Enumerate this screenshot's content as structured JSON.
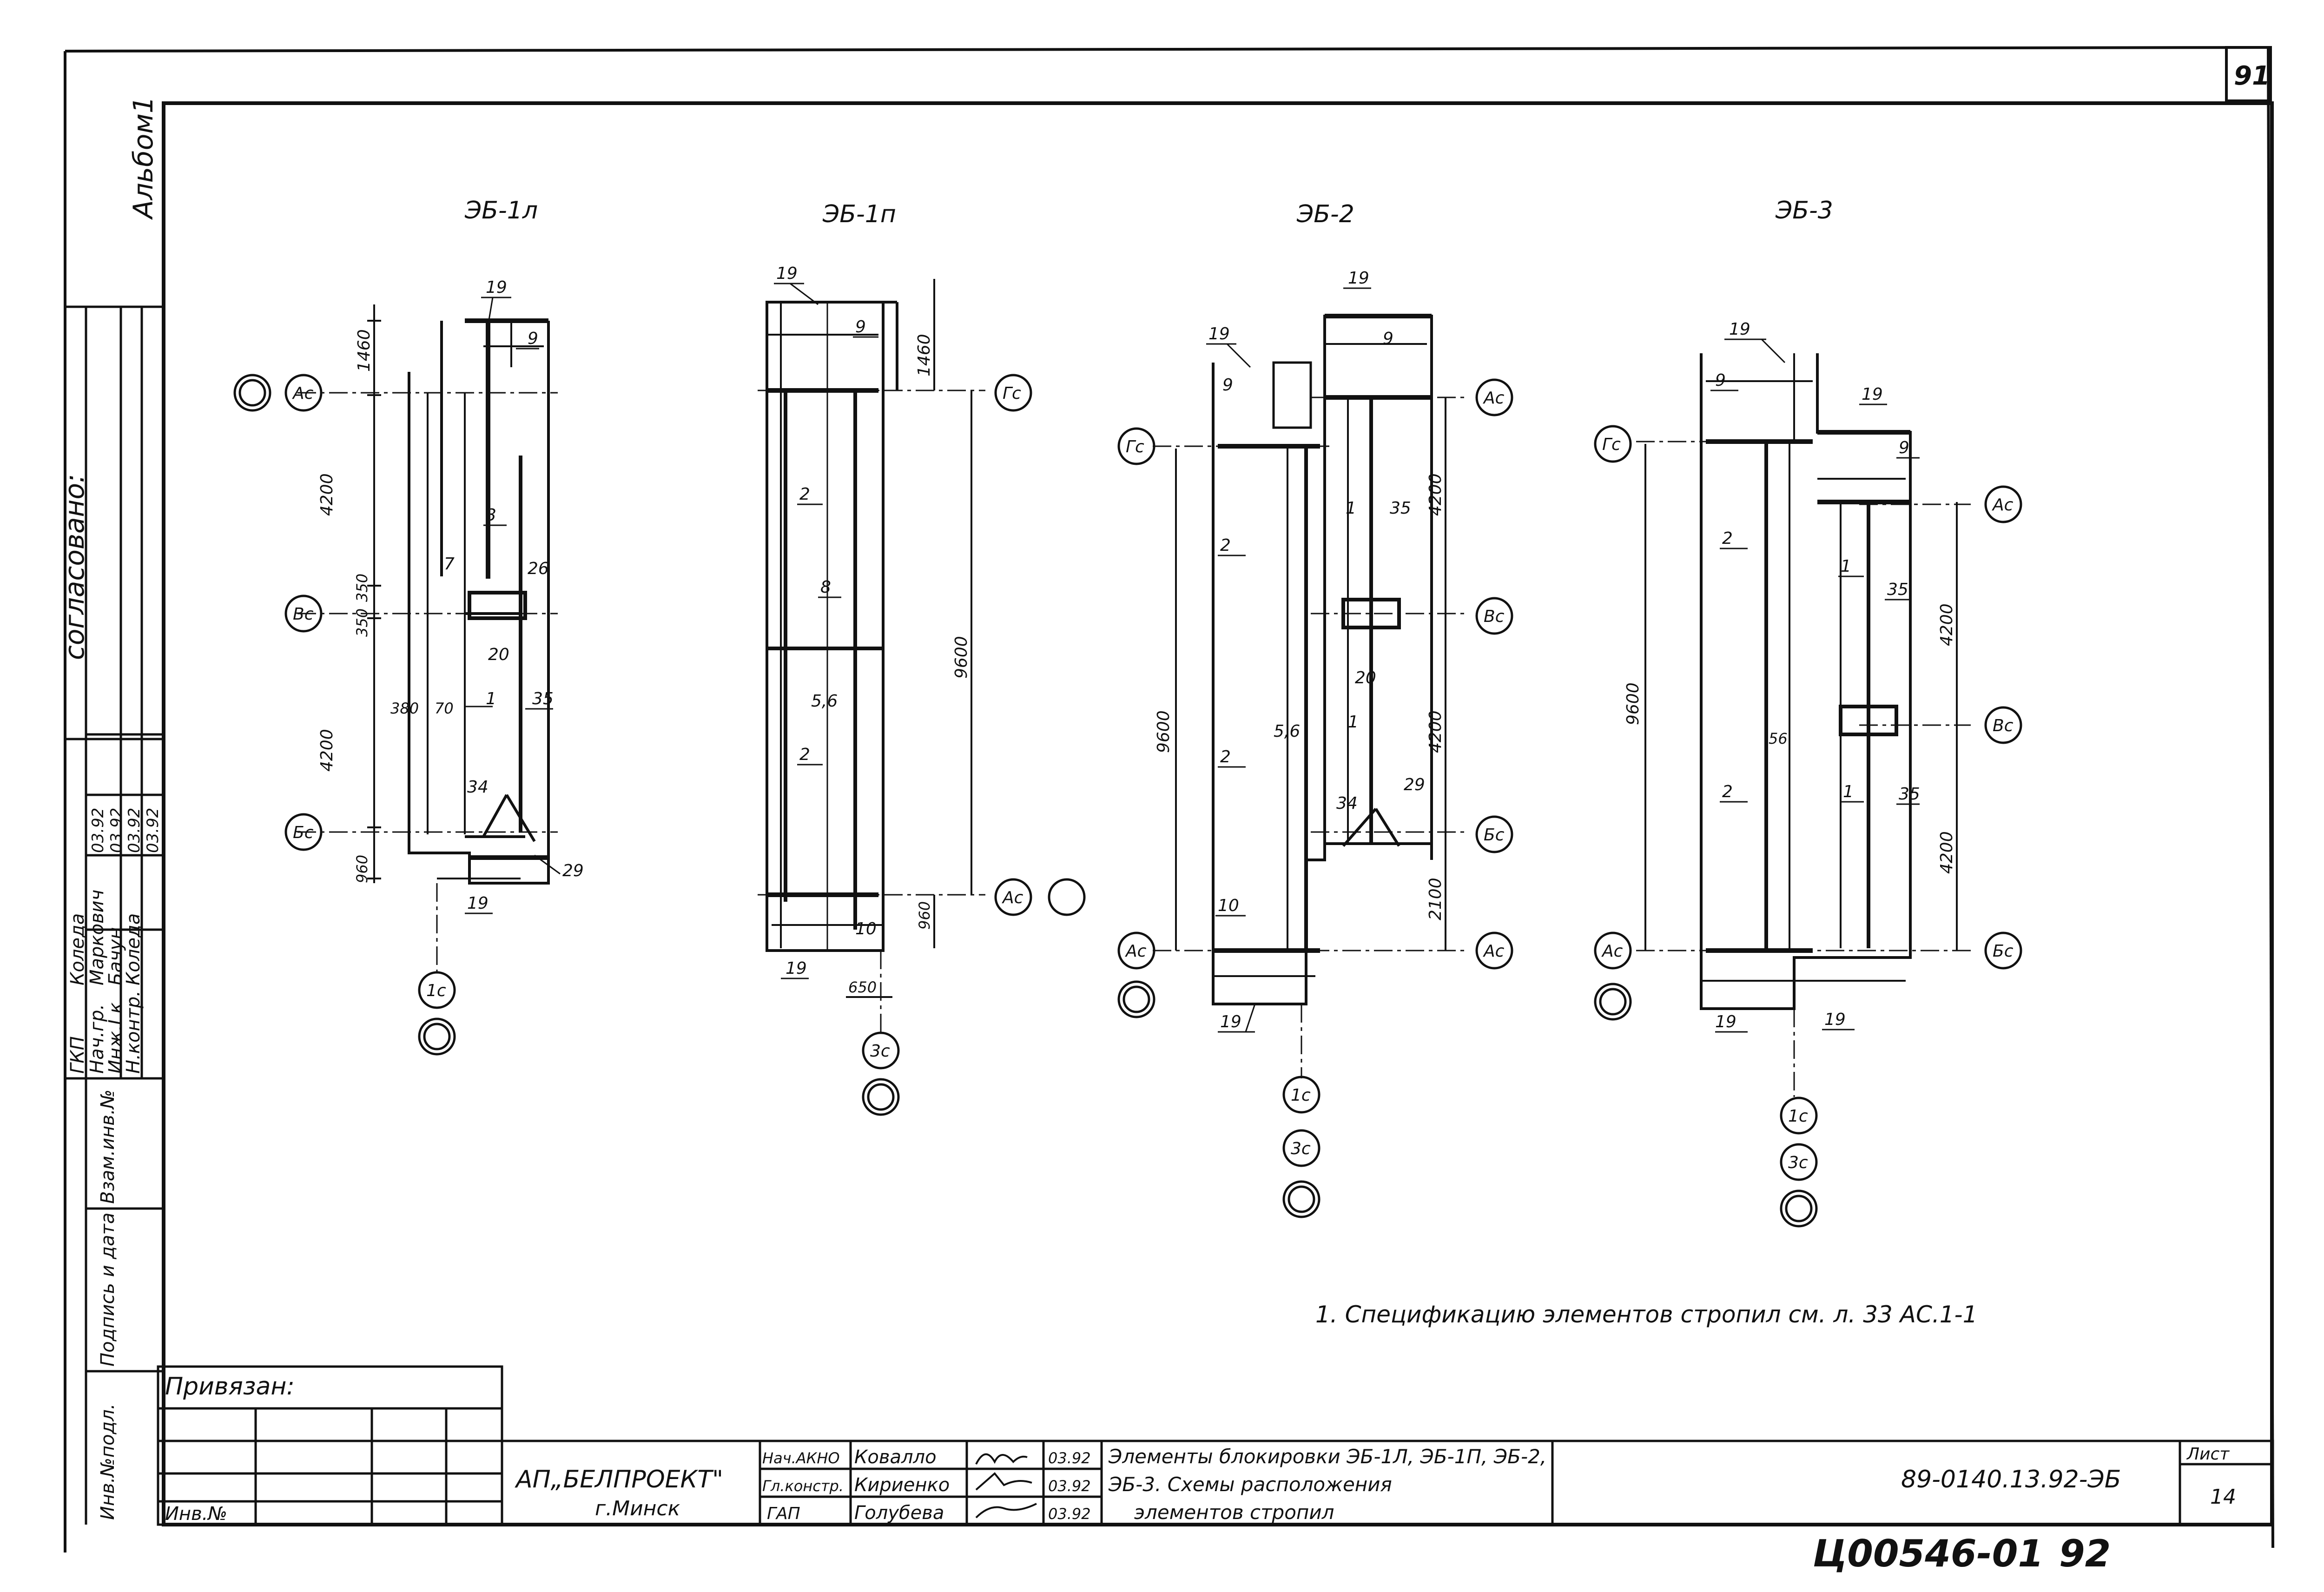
{
  "sheet": {
    "corner_number": "91",
    "album": "Альбом1",
    "agreed": "согласовано:",
    "bound": "Привязан:",
    "inv_no": "Инв.№",
    "archive_code": "Ц00546-01",
    "archive_page": "92"
  },
  "side_stamp": {
    "roles": [
      "ГКП",
      "Нач.гр.",
      "Инж.I к",
      "Н.контр."
    ],
    "names": [
      "Коледа",
      "Маркович",
      "Бачун",
      "Коледа"
    ],
    "dates": [
      "03.92",
      "03.92",
      "03.92",
      "03.92"
    ],
    "fields": [
      "Взам.инв.№",
      "Подпись и дата",
      "Инв.№подл."
    ]
  },
  "title_block": {
    "org_line1": "АП„БЕЛПРОЕКТ\"",
    "org_line2": "г.Минск",
    "roles": [
      "Нач.АКНО",
      "Гл.констр.",
      "ГАП"
    ],
    "names": [
      "Ковалло",
      "Кириенко",
      "Голубева"
    ],
    "dates": [
      "03.92",
      "03.92",
      "03.92"
    ],
    "title_line1": "Элементы блокировки ЭБ-1Л, ЭБ-1П, ЭБ-2,",
    "title_line2": "ЭБ-3. Схемы расположения",
    "title_line3": "элементов стропил",
    "doc_code": "89-0140.13.92-ЭБ",
    "sheet_label": "Лист",
    "sheet_num": "14"
  },
  "note": "1. Спецификацию элементов стропил см. л. 33 АС.1-1",
  "diagrams": [
    {
      "title": "ЭБ-1л",
      "dims": [
        "1460",
        "4200",
        "350",
        "350",
        "4200",
        "960",
        "380",
        "70"
      ],
      "axes": [
        "Ас",
        "Вс",
        "Бс",
        "1с"
      ],
      "marks": [
        "19",
        "9",
        "3",
        "26",
        "7",
        "20",
        "1",
        "35",
        "34",
        "29",
        "19"
      ]
    },
    {
      "title": "ЭБ-1п",
      "dims": [
        "1460",
        "9600",
        "960",
        "650"
      ],
      "axes": [
        "Гс",
        "Ас",
        "3с"
      ],
      "marks": [
        "19",
        "9",
        "2",
        "8",
        "5,6",
        "2",
        "10",
        "19"
      ]
    },
    {
      "title": "ЭБ-2",
      "dims": [
        "4200",
        "4200",
        "2100",
        "9600"
      ],
      "axes": [
        "Гс",
        "Ас",
        "Ас",
        "Вс",
        "Бс",
        "Ас",
        "1с",
        "3с"
      ],
      "marks": [
        "19",
        "19",
        "9",
        "9",
        "1",
        "35",
        "2",
        "20",
        "5,6",
        "1",
        "2",
        "34",
        "29",
        "10",
        "19"
      ]
    },
    {
      "title": "ЭБ-3",
      "dims": [
        "4200",
        "4200",
        "9600"
      ],
      "axes": [
        "Гс",
        "Ас",
        "Вс",
        "Бс",
        "Ас",
        "1с",
        "3с"
      ],
      "marks": [
        "19",
        "9",
        "19",
        "9",
        "2",
        "1",
        "35",
        "56",
        "2",
        "1",
        "35",
        "19",
        "19"
      ]
    }
  ]
}
